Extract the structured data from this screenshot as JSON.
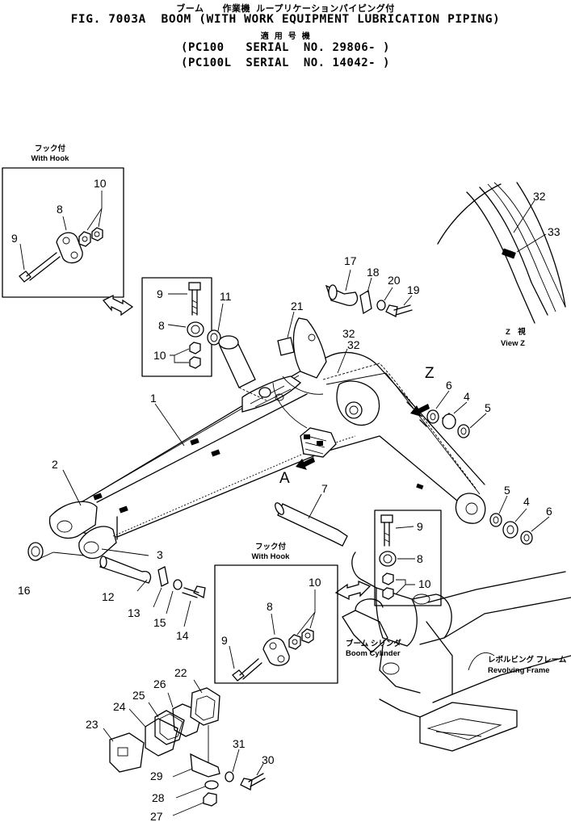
{
  "header": {
    "jp_title": "ブーム　　作業機 ループリケーションパイピング付",
    "fig_title": "FIG. 7003A  BOOM (WITH WORK EQUIPMENT LUBRICATION PIPING)",
    "jp_applicable": "適 用 号 機",
    "serial_1": "(PC100   SERIAL  NO. 29806- )",
    "serial_2": "(PC100L  SERIAL  NO. 14042- )"
  },
  "captions": {
    "hook1_jp": "フック付",
    "hook1_en": "With Hook",
    "hook2_jp": "フック付",
    "hook2_en": "With Hook",
    "viewz_jp": "Z　視",
    "viewz_en": "View Z",
    "boomcyl_jp": "ブーム シリンダ",
    "boomcyl_en": "Boom Cylinder",
    "revframe_jp": "レボルビング フレーム",
    "revframe_en": "Revolving Frame",
    "view_arrow_z": "Z",
    "view_arrow_a": "A"
  },
  "part_numbers": [
    "1",
    "2",
    "3",
    "4",
    "4",
    "5",
    "5",
    "6",
    "6",
    "7",
    "8",
    "8",
    "8",
    "8",
    "9",
    "9",
    "9",
    "9",
    "10",
    "10",
    "10",
    "10",
    "11",
    "12",
    "13",
    "14",
    "15",
    "16",
    "17",
    "18",
    "19",
    "20",
    "21",
    "22",
    "23",
    "24",
    "25",
    "26",
    "27",
    "28",
    "29",
    "30",
    "31",
    "32",
    "32",
    "32",
    "33"
  ],
  "colors": {
    "line": "#000000",
    "background": "#ffffff"
  }
}
